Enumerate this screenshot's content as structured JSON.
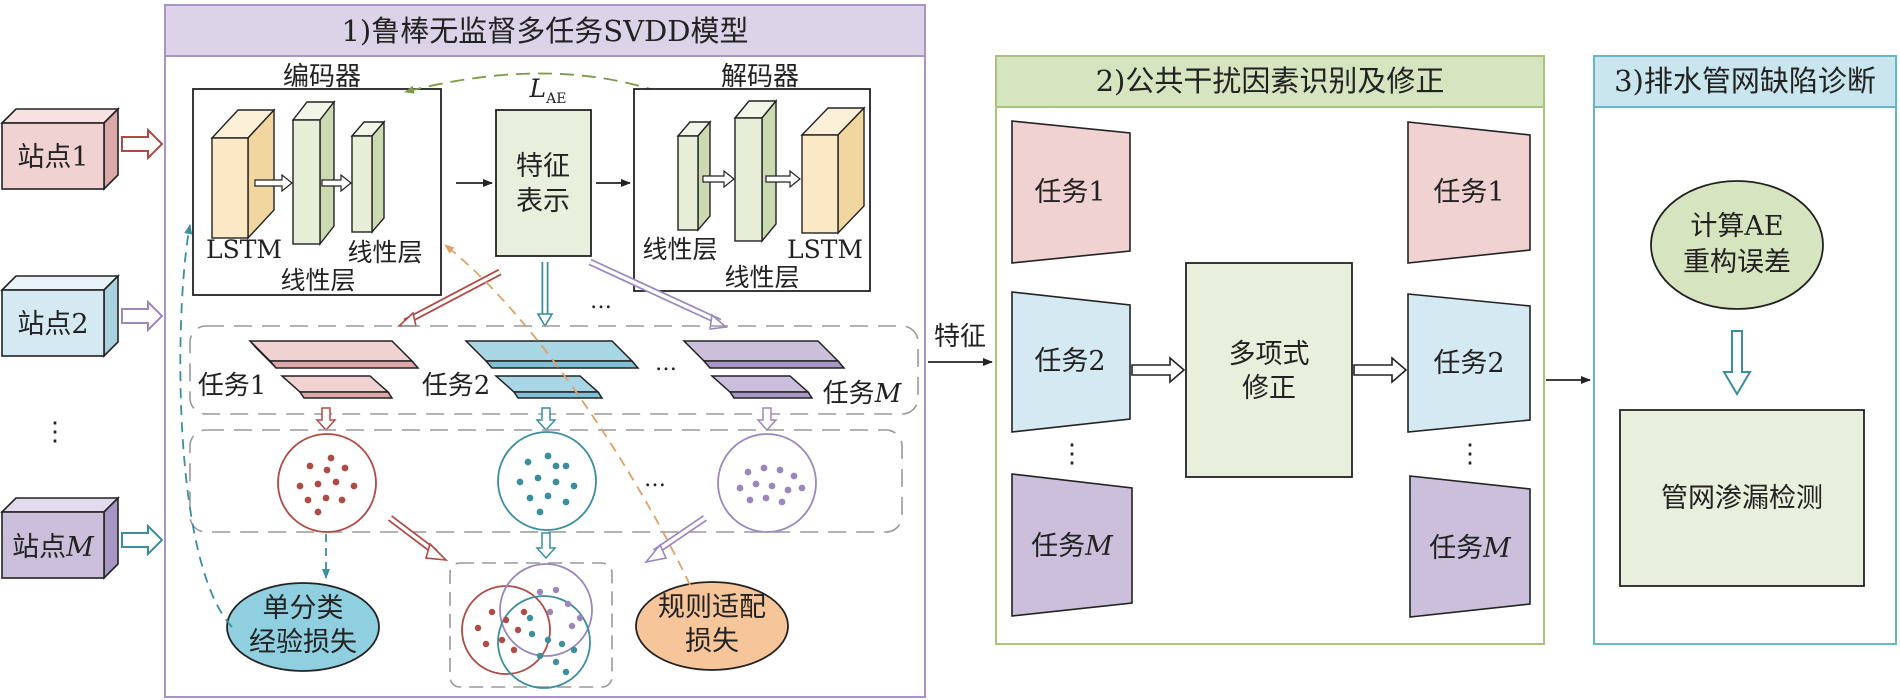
{
  "colors": {
    "panel1_border": "#a895c4",
    "panel1_header": "#ddd3e8",
    "panel2_border": "#a9c47a",
    "panel2_header": "#d6e4bf",
    "panel3_border": "#66b7c7",
    "panel3_header": "#c9e6ee",
    "red": "#b04a45",
    "teal": "#3a8e9e",
    "purple": "#9b87be",
    "pink_fill": "#f1d2d2",
    "blue_fill": "#d4e9f1",
    "lavender_fill": "#cbbfdc",
    "green_fill": "#e8efdc",
    "orange_fill": "#f7c59a",
    "cyan_fill": "#8fcfe0"
  },
  "stations": {
    "s1": "站点1",
    "s2": "站点2",
    "sM_prefix": "站点",
    "sM_var": "M",
    "dots": "⋮"
  },
  "panel1": {
    "title": "1)鲁棒无监督多任务SVDD模型",
    "encoder": "编码器",
    "decoder": "解码器",
    "loss_ae_main": "L",
    "loss_ae_sub": "AE",
    "lstm_left": "LSTM",
    "linear_top_left": "线性层",
    "linear_bottom_left": "线性层",
    "feature_line1": "特征",
    "feature_line2": "表示",
    "linear_top_right": "线性层",
    "lstm_right": "LSTM",
    "linear_bottom_right": "线性层",
    "ellipsis": "…",
    "task1": "任务1",
    "task2": "任务2",
    "taskM_prefix": "任务",
    "taskM_var": "M",
    "single_class_l1": "单分类",
    "single_class_l2": "经验损失",
    "rule_l1": "规则适配",
    "rule_l2": "损失"
  },
  "between12": {
    "feature": "特征"
  },
  "panel2": {
    "title": "2)公共干扰因素识别及修正",
    "task1": "任务1",
    "task2": "任务2",
    "taskM_prefix": "任务",
    "taskM_var": "M",
    "correction_l1": "多项式",
    "correction_l2": "修正",
    "dots": "⋮"
  },
  "panel3": {
    "title": "3)排水管网缺陷诊断",
    "calc_l1": "计算AE",
    "calc_l2": "重构误差",
    "detect": "管网渗漏检测"
  }
}
